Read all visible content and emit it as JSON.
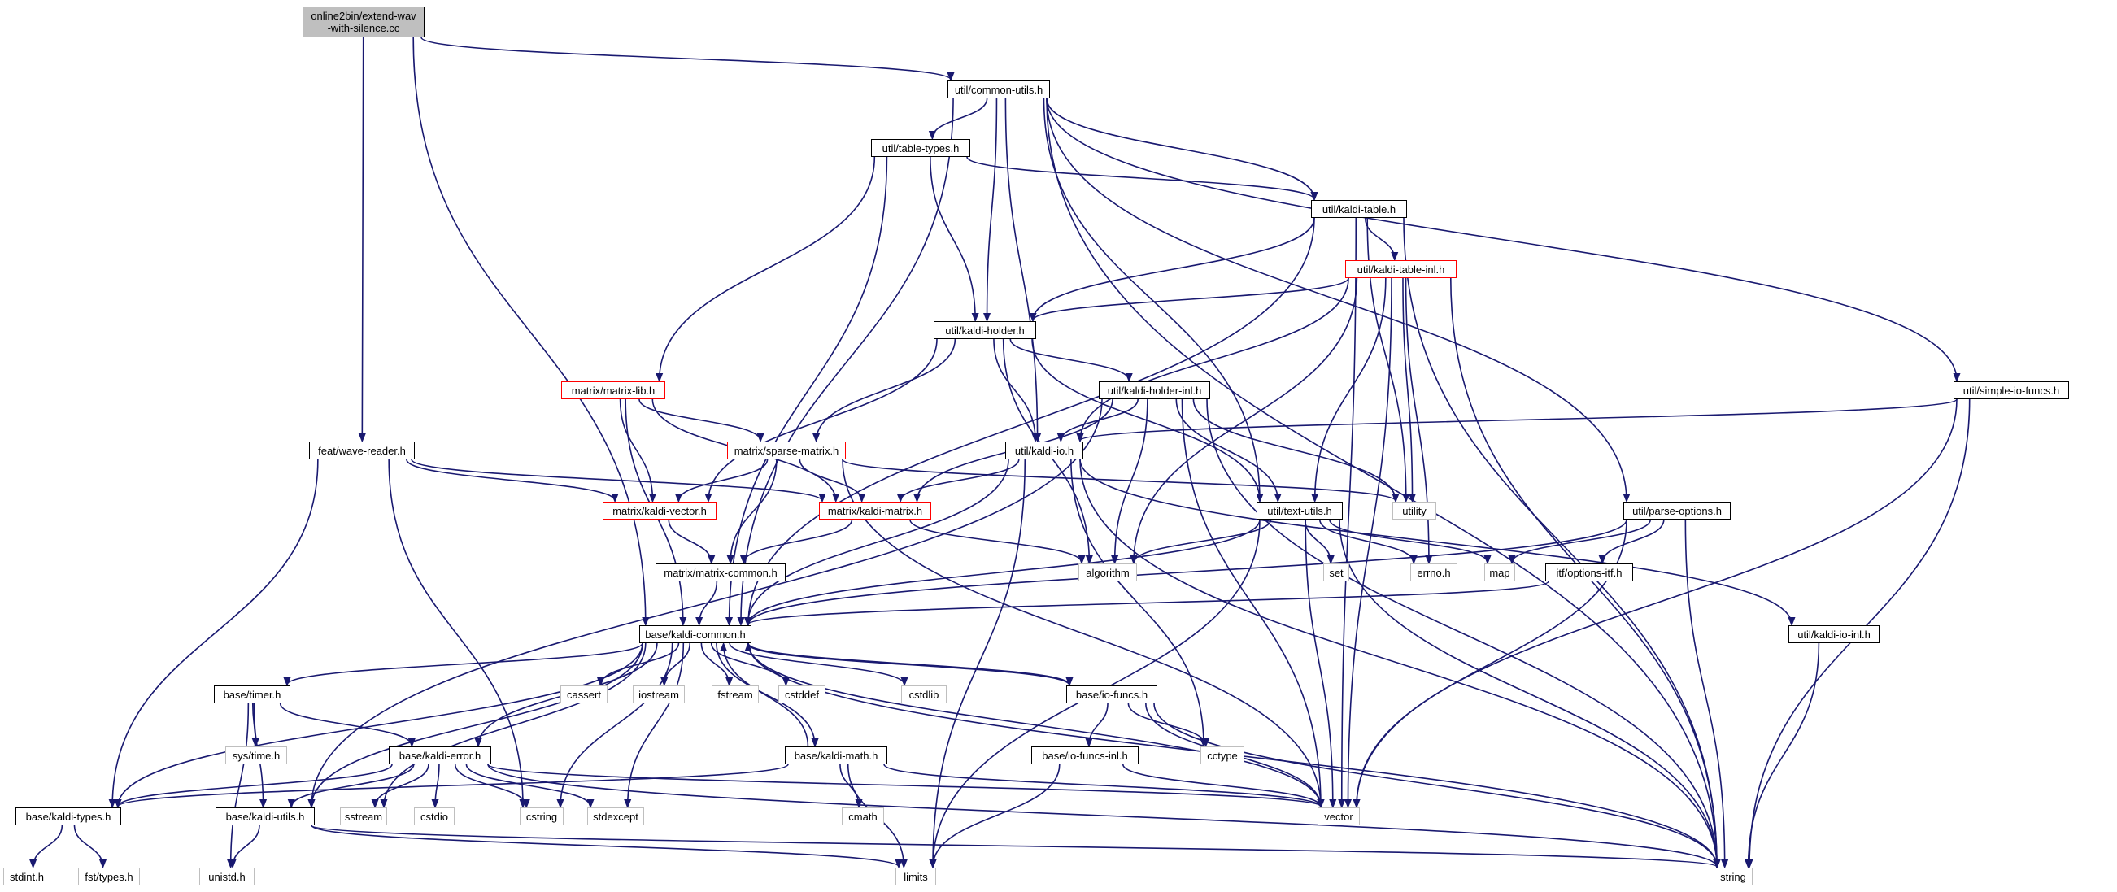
{
  "diagram": {
    "root": {
      "label": "online2bin/extend-wav\n-with-silence.cc"
    },
    "nodes": {
      "common_utils": "util/common-utils.h",
      "table_types": "util/table-types.h",
      "kaldi_table": "util/kaldi-table.h",
      "kaldi_table_inl": "util/kaldi-table-inl.h",
      "kaldi_holder": "util/kaldi-holder.h",
      "matrix_lib": "matrix/matrix-lib.h",
      "kaldi_holder_inl": "util/kaldi-holder-inl.h",
      "simple_io": "util/simple-io-funcs.h",
      "wave_reader": "feat/wave-reader.h",
      "sparse_matrix": "matrix/sparse-matrix.h",
      "kaldi_io": "util/kaldi-io.h",
      "utility": "utility",
      "kaldi_vector": "matrix/kaldi-vector.h",
      "kaldi_matrix": "matrix/kaldi-matrix.h",
      "text_utils": "util/text-utils.h",
      "parse_options": "util/parse-options.h",
      "matrix_common": "matrix/matrix-common.h",
      "algorithm": "algorithm",
      "set": "set",
      "errno": "errno.h",
      "map": "map",
      "options_itf": "itf/options-itf.h",
      "kaldi_common": "base/kaldi-common.h",
      "kaldi_io_inl": "util/kaldi-io-inl.h",
      "cassert": "cassert",
      "iostream": "iostream",
      "fstream": "fstream",
      "cstddef": "cstddef",
      "cstdlib": "cstdlib",
      "timer": "base/timer.h",
      "io_funcs": "base/io-funcs.h",
      "sys_time": "sys/time.h",
      "cctype": "cctype",
      "kaldi_error": "base/kaldi-error.h",
      "kaldi_math": "base/kaldi-math.h",
      "io_funcs_inl": "base/io-funcs-inl.h",
      "kaldi_types": "base/kaldi-types.h",
      "kaldi_utils": "base/kaldi-utils.h",
      "sstream": "sstream",
      "cstdio": "cstdio",
      "cstring": "cstring",
      "stdexcept": "stdexcept",
      "cmath": "cmath",
      "vector": "vector",
      "stdint": "stdint.h",
      "fst_types": "fst/types.h",
      "unistd": "unistd.h",
      "limits": "limits",
      "string": "string"
    }
  }
}
